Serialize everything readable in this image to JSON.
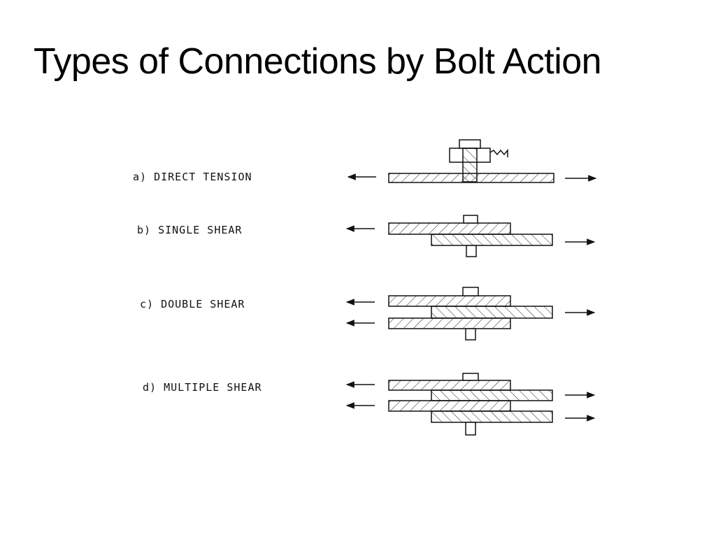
{
  "slide": {
    "title": "Types of Connections by Bolt Action"
  },
  "figure": {
    "rows": [
      {
        "label": "a) DIRECT   TENSION"
      },
      {
        "label": "b) SINGLE   SHEAR"
      },
      {
        "label": "c) DOUBLE   SHEAR"
      },
      {
        "label": "d) MULTIPLE   SHEAR"
      }
    ]
  },
  "colors": {
    "ink": "#111111",
    "background": "#ffffff"
  }
}
